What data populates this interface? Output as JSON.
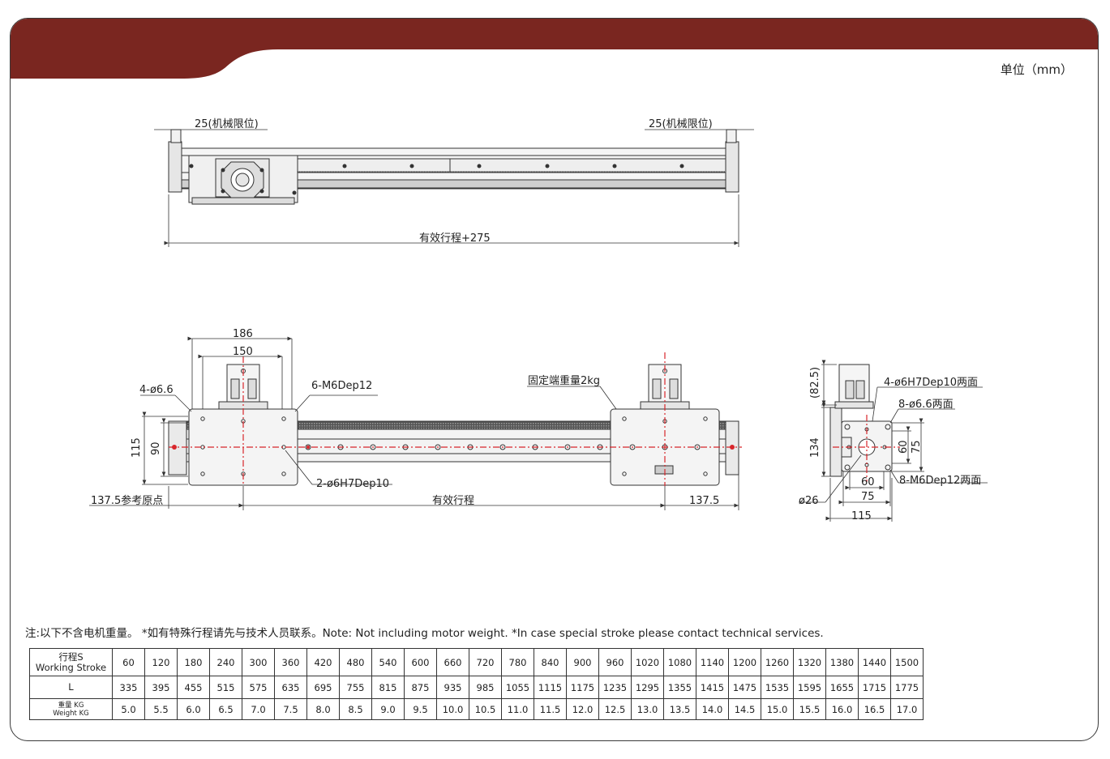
{
  "unit_label": "单位（mm）",
  "top_view": {
    "left_limit": "25(机械限位)",
    "right_limit": "25(机械限位)",
    "overall": "有效行程+275"
  },
  "side_view": {
    "dim_186": "186",
    "dim_150": "150",
    "holes_4": "4-ø6.6",
    "tap_6": "6-M6Dep12",
    "fixed_weight": "固定端重量2kg",
    "dim_115": "115",
    "dim_90": "90",
    "pin_2": "2-ø6H7Dep10",
    "origin": "137.5参考原点",
    "stroke": "有效行程",
    "end_137": "137.5"
  },
  "end_view": {
    "dim_82_5": "(82.5)",
    "pin_4": "4-ø6H7Dep10两面",
    "holes_8": "8-ø6.6两面",
    "dim_134": "134",
    "dim_60v": "60",
    "dim_75v": "75",
    "dim_60h": "60",
    "dim_75h": "75",
    "tap_8": "8-M6Dep12两面",
    "dia_26": "ø26",
    "dim_115": "115"
  },
  "note": "注:以下不含电机重量。 *如有特殊行程请先与技术人员联系。Note: Not including motor weight.   *In case special stroke please contact technical services.",
  "table": {
    "stroke_label_cn": "行程S",
    "stroke_label_en": "Working Stroke",
    "l_label": "L",
    "weight_label_cn": "重量 KG",
    "weight_label_en": "Weight KG",
    "stroke": [
      "60",
      "120",
      "180",
      "240",
      "300",
      "360",
      "420",
      "480",
      "540",
      "600",
      "660",
      "720",
      "780",
      "840",
      "900",
      "960",
      "1020",
      "1080",
      "1140",
      "1200",
      "1260",
      "1320",
      "1380",
      "1440",
      "1500"
    ],
    "length": [
      "335",
      "395",
      "455",
      "515",
      "575",
      "635",
      "695",
      "755",
      "815",
      "875",
      "935",
      "985",
      "1055",
      "1115",
      "1175",
      "1235",
      "1295",
      "1355",
      "1415",
      "1475",
      "1535",
      "1595",
      "1655",
      "1715",
      "1775"
    ],
    "weight": [
      "5.0",
      "5.5",
      "6.0",
      "6.5",
      "7.0",
      "7.5",
      "8.0",
      "8.5",
      "9.0",
      "9.5",
      "10.0",
      "10.5",
      "11.0",
      "11.5",
      "12.0",
      "12.5",
      "13.0",
      "13.5",
      "14.0",
      "14.5",
      "15.0",
      "15.5",
      "16.0",
      "16.5",
      "17.0"
    ]
  },
  "colors": {
    "header": "#7a2620",
    "centerline": "#d8262b",
    "line": "#333333"
  }
}
